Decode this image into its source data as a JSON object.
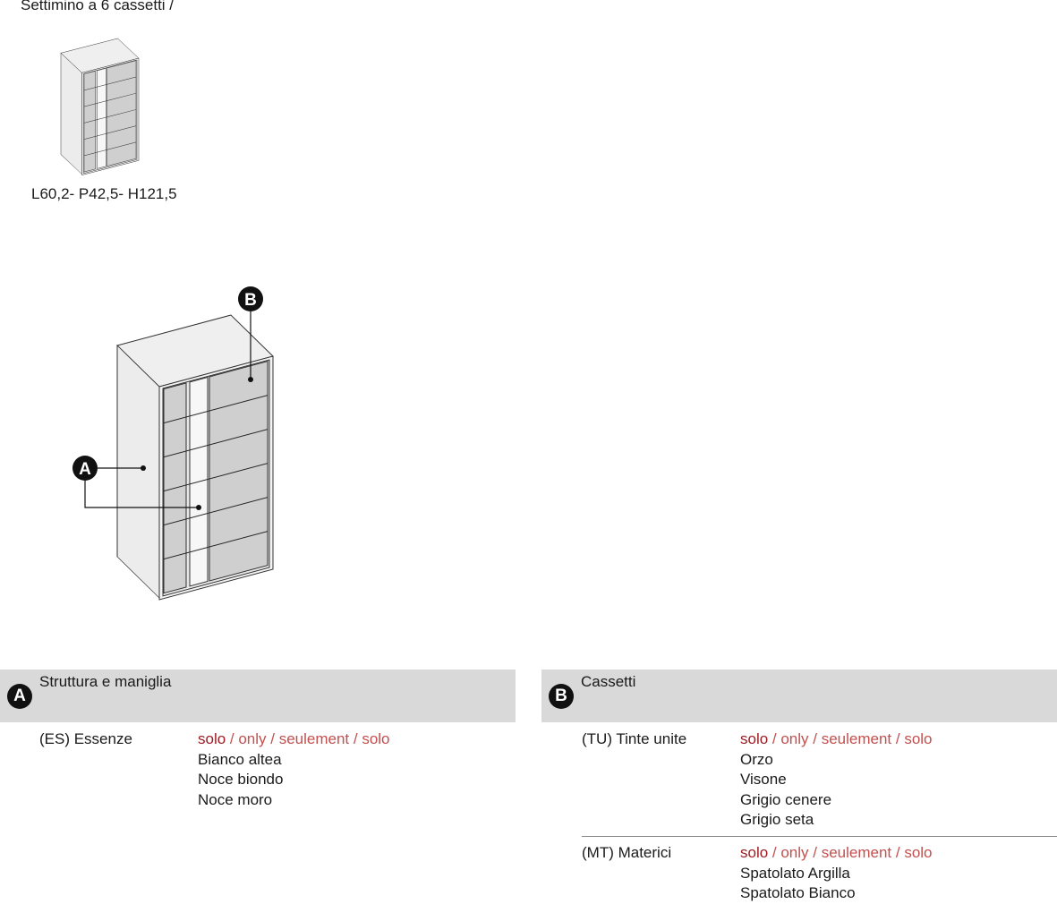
{
  "product": {
    "title": "Settimino a 6 cassetti /",
    "dimensions": "L60,2- P42,5- H121,5"
  },
  "callouts": {
    "a": "A",
    "b": "B"
  },
  "sections": [
    {
      "badge": "A",
      "title": "Struttura e maniglia",
      "rows": [
        {
          "label": "(ES) Essenze",
          "only": [
            "solo",
            " / only / seulement / solo"
          ],
          "items": [
            "Bianco altea",
            "Noce biondo",
            "Noce moro"
          ]
        }
      ]
    },
    {
      "badge": "B",
      "title": "Cassetti",
      "rows": [
        {
          "label": "(TU) Tinte unite",
          "only": [
            "solo",
            " / only / seulement / solo"
          ],
          "items": [
            "Orzo",
            "Visone",
            "Grigio cenere",
            "Grigio seta"
          ]
        },
        {
          "label": "(MT) Materici",
          "only": [
            "solo",
            " / only / seulement / solo"
          ],
          "items": [
            "Spatolato Argilla",
            "Spatolato Bianco"
          ]
        }
      ]
    }
  ],
  "colors": {
    "header_bg": "#d9d9d9",
    "only_primary": "#9b1c22",
    "only_secondary": "#c2504f"
  }
}
